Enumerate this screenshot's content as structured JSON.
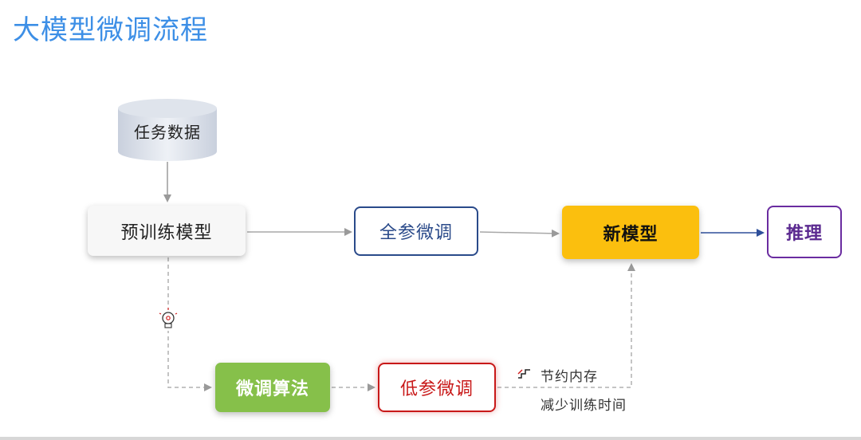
{
  "header": {
    "title": "大模型微调流程"
  },
  "nodes": {
    "task_data": "任务数据",
    "pretrained_model": "预训练模型",
    "full_finetune": "全参微调",
    "new_model": "新模型",
    "inference": "推理",
    "finetune_algorithm": "微调算法",
    "low_param_finetune": "低参微调"
  },
  "notes": {
    "save_memory": "节约内存",
    "reduce_training_time": "减少训练时间"
  },
  "colors": {
    "title": "#3d8fe6",
    "new_model_fill": "#fbbf0e",
    "algorithm_fill": "#86c04a",
    "full_finetune_border": "#2a4a8a",
    "low_finetune_border": "#c81818",
    "inference_border": "#6a2ca0"
  },
  "icons": {
    "idea": "lightbulb-icon",
    "note": "step-icon"
  }
}
